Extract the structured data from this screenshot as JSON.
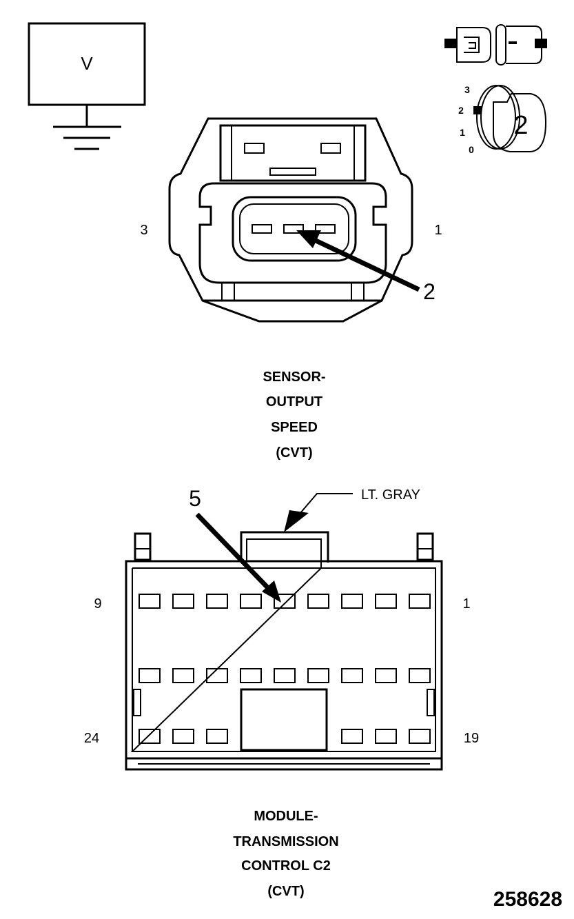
{
  "voltmeter": {
    "symbol": "V"
  },
  "ignition": {
    "positions": [
      "3",
      "2",
      "1",
      "0"
    ],
    "key_label": "2"
  },
  "sensor_connector": {
    "pin_left": "3",
    "pin_right": "1",
    "callout": "2",
    "caption": [
      "SENSOR-",
      "OUTPUT",
      "SPEED",
      "(CVT)"
    ]
  },
  "module_connector": {
    "color_label": "LT. GRAY",
    "callout": "5",
    "pin_top_left": "9",
    "pin_top_right": "1",
    "pin_bottom_left": "24",
    "pin_bottom_right": "19",
    "caption": [
      "MODULE-",
      "TRANSMISSION",
      "CONTROL C2",
      "(CVT)"
    ]
  },
  "figure_id": "258628"
}
